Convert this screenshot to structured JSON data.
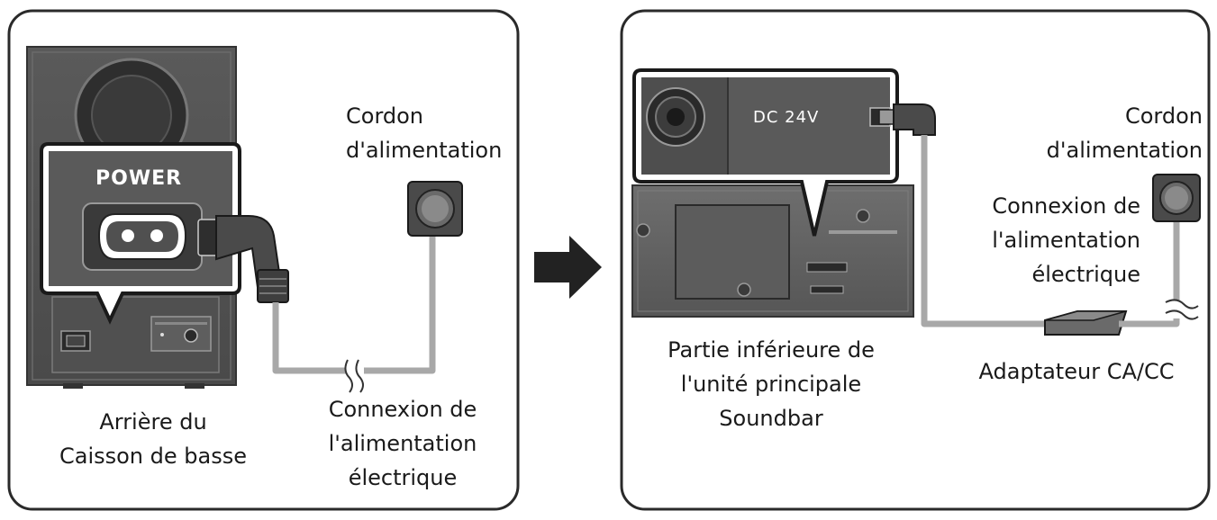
{
  "left_panel": {
    "port_label": "POWER",
    "cord_label": [
      "Cordon",
      "d'alimentation"
    ],
    "device_label": [
      "Arrière du",
      "Caisson de basse"
    ],
    "connection_label": [
      "Connexion de",
      "l'alimentation",
      "électrique"
    ]
  },
  "right_panel": {
    "port_label": "DC 24V",
    "cord_label": [
      "Cordon",
      "d'alimentation"
    ],
    "connection_label": [
      "Connexion de",
      "l'alimentation",
      "électrique"
    ],
    "device_label": [
      "Partie inférieure de",
      "l'unité principale",
      "Soundbar"
    ],
    "adapter_label": "Adaptateur CA/CC"
  },
  "icons": {
    "arrow": "right-arrow-icon",
    "outlet": "wall-outlet-icon",
    "cable_break": "cable-break-icon"
  },
  "colors": {
    "panel_border": "#2a2a2a",
    "device_dark": "#4a4a4a",
    "device_mid": "#6b6b6b",
    "device_light": "#8a8a8a",
    "cable": "#a8a8a8",
    "arrow": "#222222"
  }
}
